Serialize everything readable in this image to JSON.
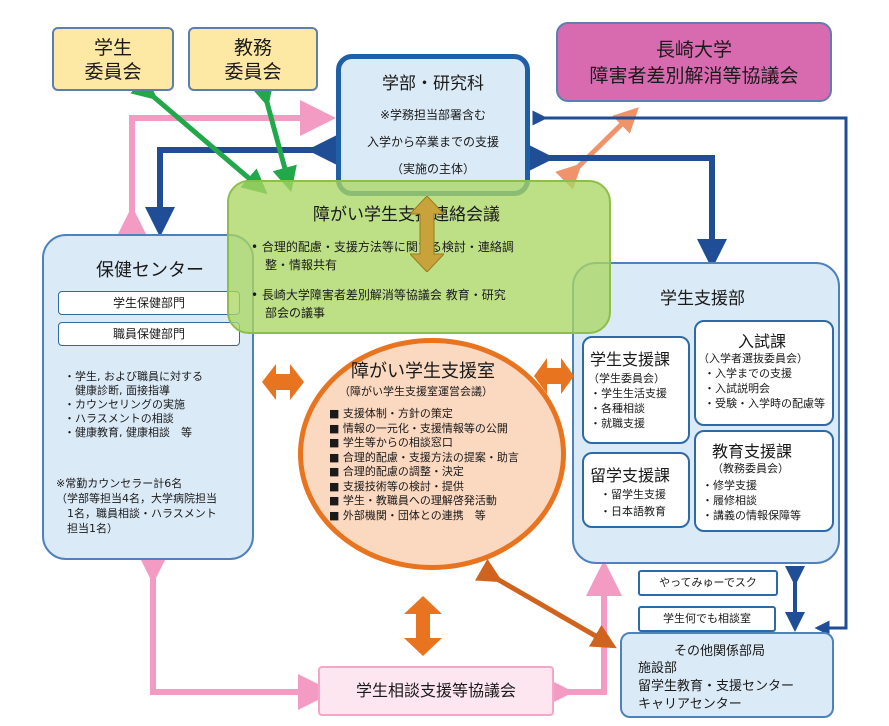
{
  "student_committee": {
    "line1": "学生",
    "line2": "委員会"
  },
  "academic_committee": {
    "line1": "教務",
    "line2": "委員会"
  },
  "faculty": {
    "title": "学部・研究科",
    "lines": [
      "※学務担当部署含む",
      "入学から卒業までの支援",
      "（実施の主体）"
    ]
  },
  "council": {
    "line1": "長崎大学",
    "line2": "障害者差別解消等協議会"
  },
  "liaison": {
    "title": "障がい学生支援連絡会議",
    "items": [
      {
        "a": "合理的配慮・支援方法等に関する検討・連絡調",
        "b": "整・情報共有"
      },
      {
        "a": "長崎大学障害者差別解消等協議会 教育・研究",
        "b": "部会の議事"
      }
    ]
  },
  "health_center": {
    "title": "保健センター",
    "dept1": "学生保健部門",
    "dept2": "職員保健部門",
    "services": [
      "・学生, および職員に対する",
      "　健康診断, 面接指導",
      "・カウンセリングの実施",
      "・ハラスメントの相談",
      "・健康教育, 健康相談　等"
    ],
    "counselor": [
      "※常勤カウンセラー計6名",
      "（学部等担当4名，大学病院担当",
      "　1名，職員相談・ハラスメント",
      "　担当1名）"
    ]
  },
  "support_office": {
    "title": "障がい学生支援室",
    "subtitle": "（障がい学生支援室運営会議）",
    "items": [
      "支援体制・方針の策定",
      "情報の一元化・支援情報等の公開",
      "学生等からの相談窓口",
      "合理的配慮・支援方法の提案・助言",
      "合理的配慮の調整・決定",
      "支援技術等の検討・提供",
      "学生・教職員への理解啓発活動",
      "外部機関・団体との連携　等"
    ]
  },
  "student_support": {
    "title": "学生支援部",
    "life": {
      "title": "学生支援課",
      "sub": "（学生委員会）",
      "items": [
        "・学生生活支援",
        "・各種相談",
        "・就職支援"
      ]
    },
    "admission": {
      "title": "入試課",
      "sub": "（入学者選抜委員会）",
      "items": [
        "・入学までの支援",
        "・入試説明会",
        "・受験・入学時の配慮等"
      ]
    },
    "intl": {
      "title": "留学支援課",
      "items": [
        "・留学生支援",
        "・日本語教育"
      ]
    },
    "edu": {
      "title": "教育支援課",
      "sub": "（教務委員会）",
      "items": [
        "・修学支援",
        "・履修相談",
        "・講義の情報保障等"
      ]
    }
  },
  "yatte": "やってみゅーでスク",
  "nandemo": "学生何でも相談室",
  "others": {
    "title": "その他関係部局",
    "items": [
      "施設部",
      "留学生教育・支援センター",
      "キャリアセンター"
    ]
  },
  "consult": "学生相談支援等協議会",
  "colors": {
    "yellow": "#fde9a3",
    "blue": "#dbeaf7",
    "border_blue": "#2e6aa8",
    "green": "#b9dd7e",
    "magenta": "#d86ab0",
    "orange": "#e8741f",
    "pink": "#f4a6c8",
    "arrow_green": "#22a84a",
    "arrow_navy": "#1f4e96"
  }
}
